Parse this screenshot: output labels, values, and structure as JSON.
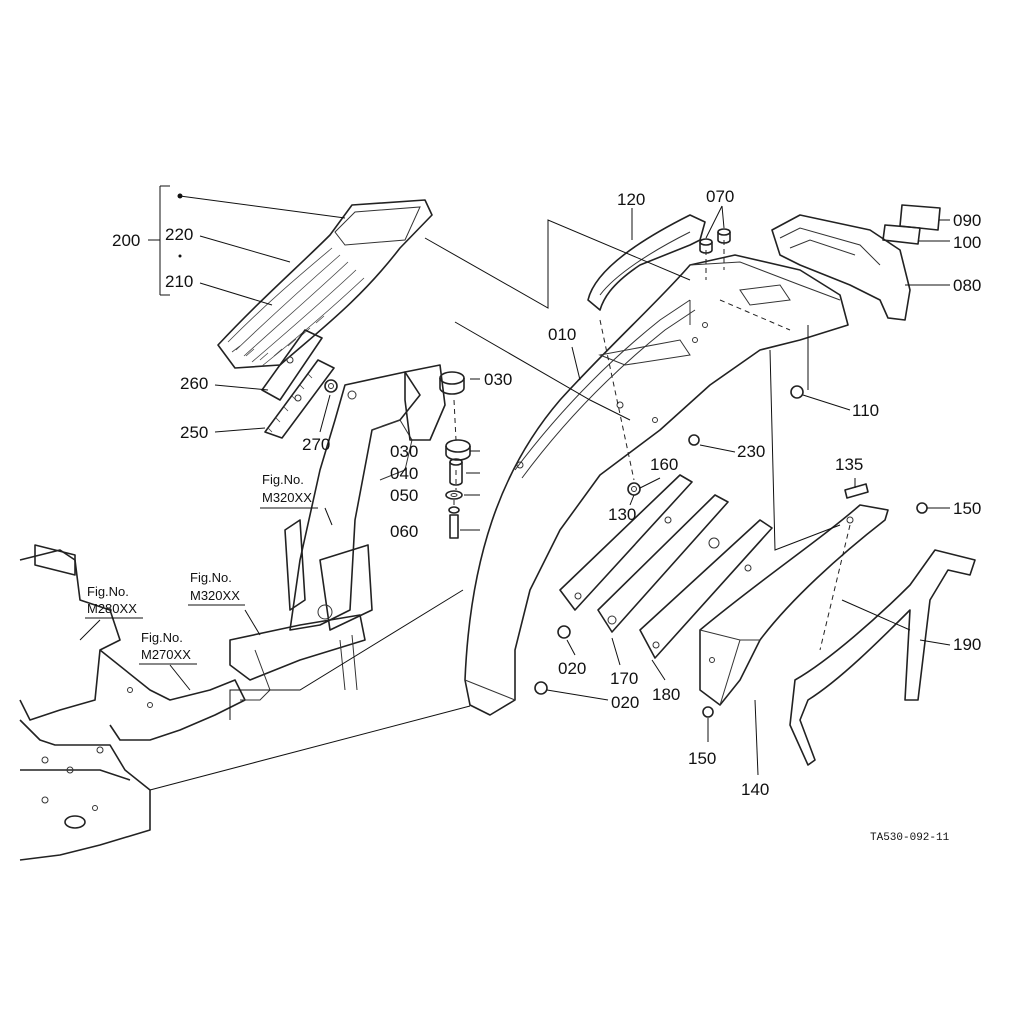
{
  "callouts": {
    "p200": "200",
    "p220": "220",
    "p210": "210",
    "p260": "260",
    "p250": "250",
    "p270": "270",
    "p030a": "030",
    "p030b": "030",
    "p040": "040",
    "p050": "050",
    "p060": "060",
    "p120": "120",
    "p070": "070",
    "p090": "090",
    "p100": "100",
    "p080": "080",
    "p010": "010",
    "p110": "110",
    "p230": "230",
    "p160": "160",
    "p130": "130",
    "p135": "135",
    "p150a": "150",
    "p150b": "150",
    "p190": "190",
    "p020a": "020",
    "p020b": "020",
    "p170": "170",
    "p180": "180",
    "p140": "140"
  },
  "figure_refs": [
    {
      "label": "Fig.No.",
      "code": "M320XX"
    },
    {
      "label": "Fig.No.",
      "code": "M320XX"
    },
    {
      "label": "Fig.No.",
      "code": "M280XX"
    },
    {
      "label": "Fig.No.",
      "code": "M270XX"
    }
  ],
  "drawing_code": "TA530-092-11"
}
